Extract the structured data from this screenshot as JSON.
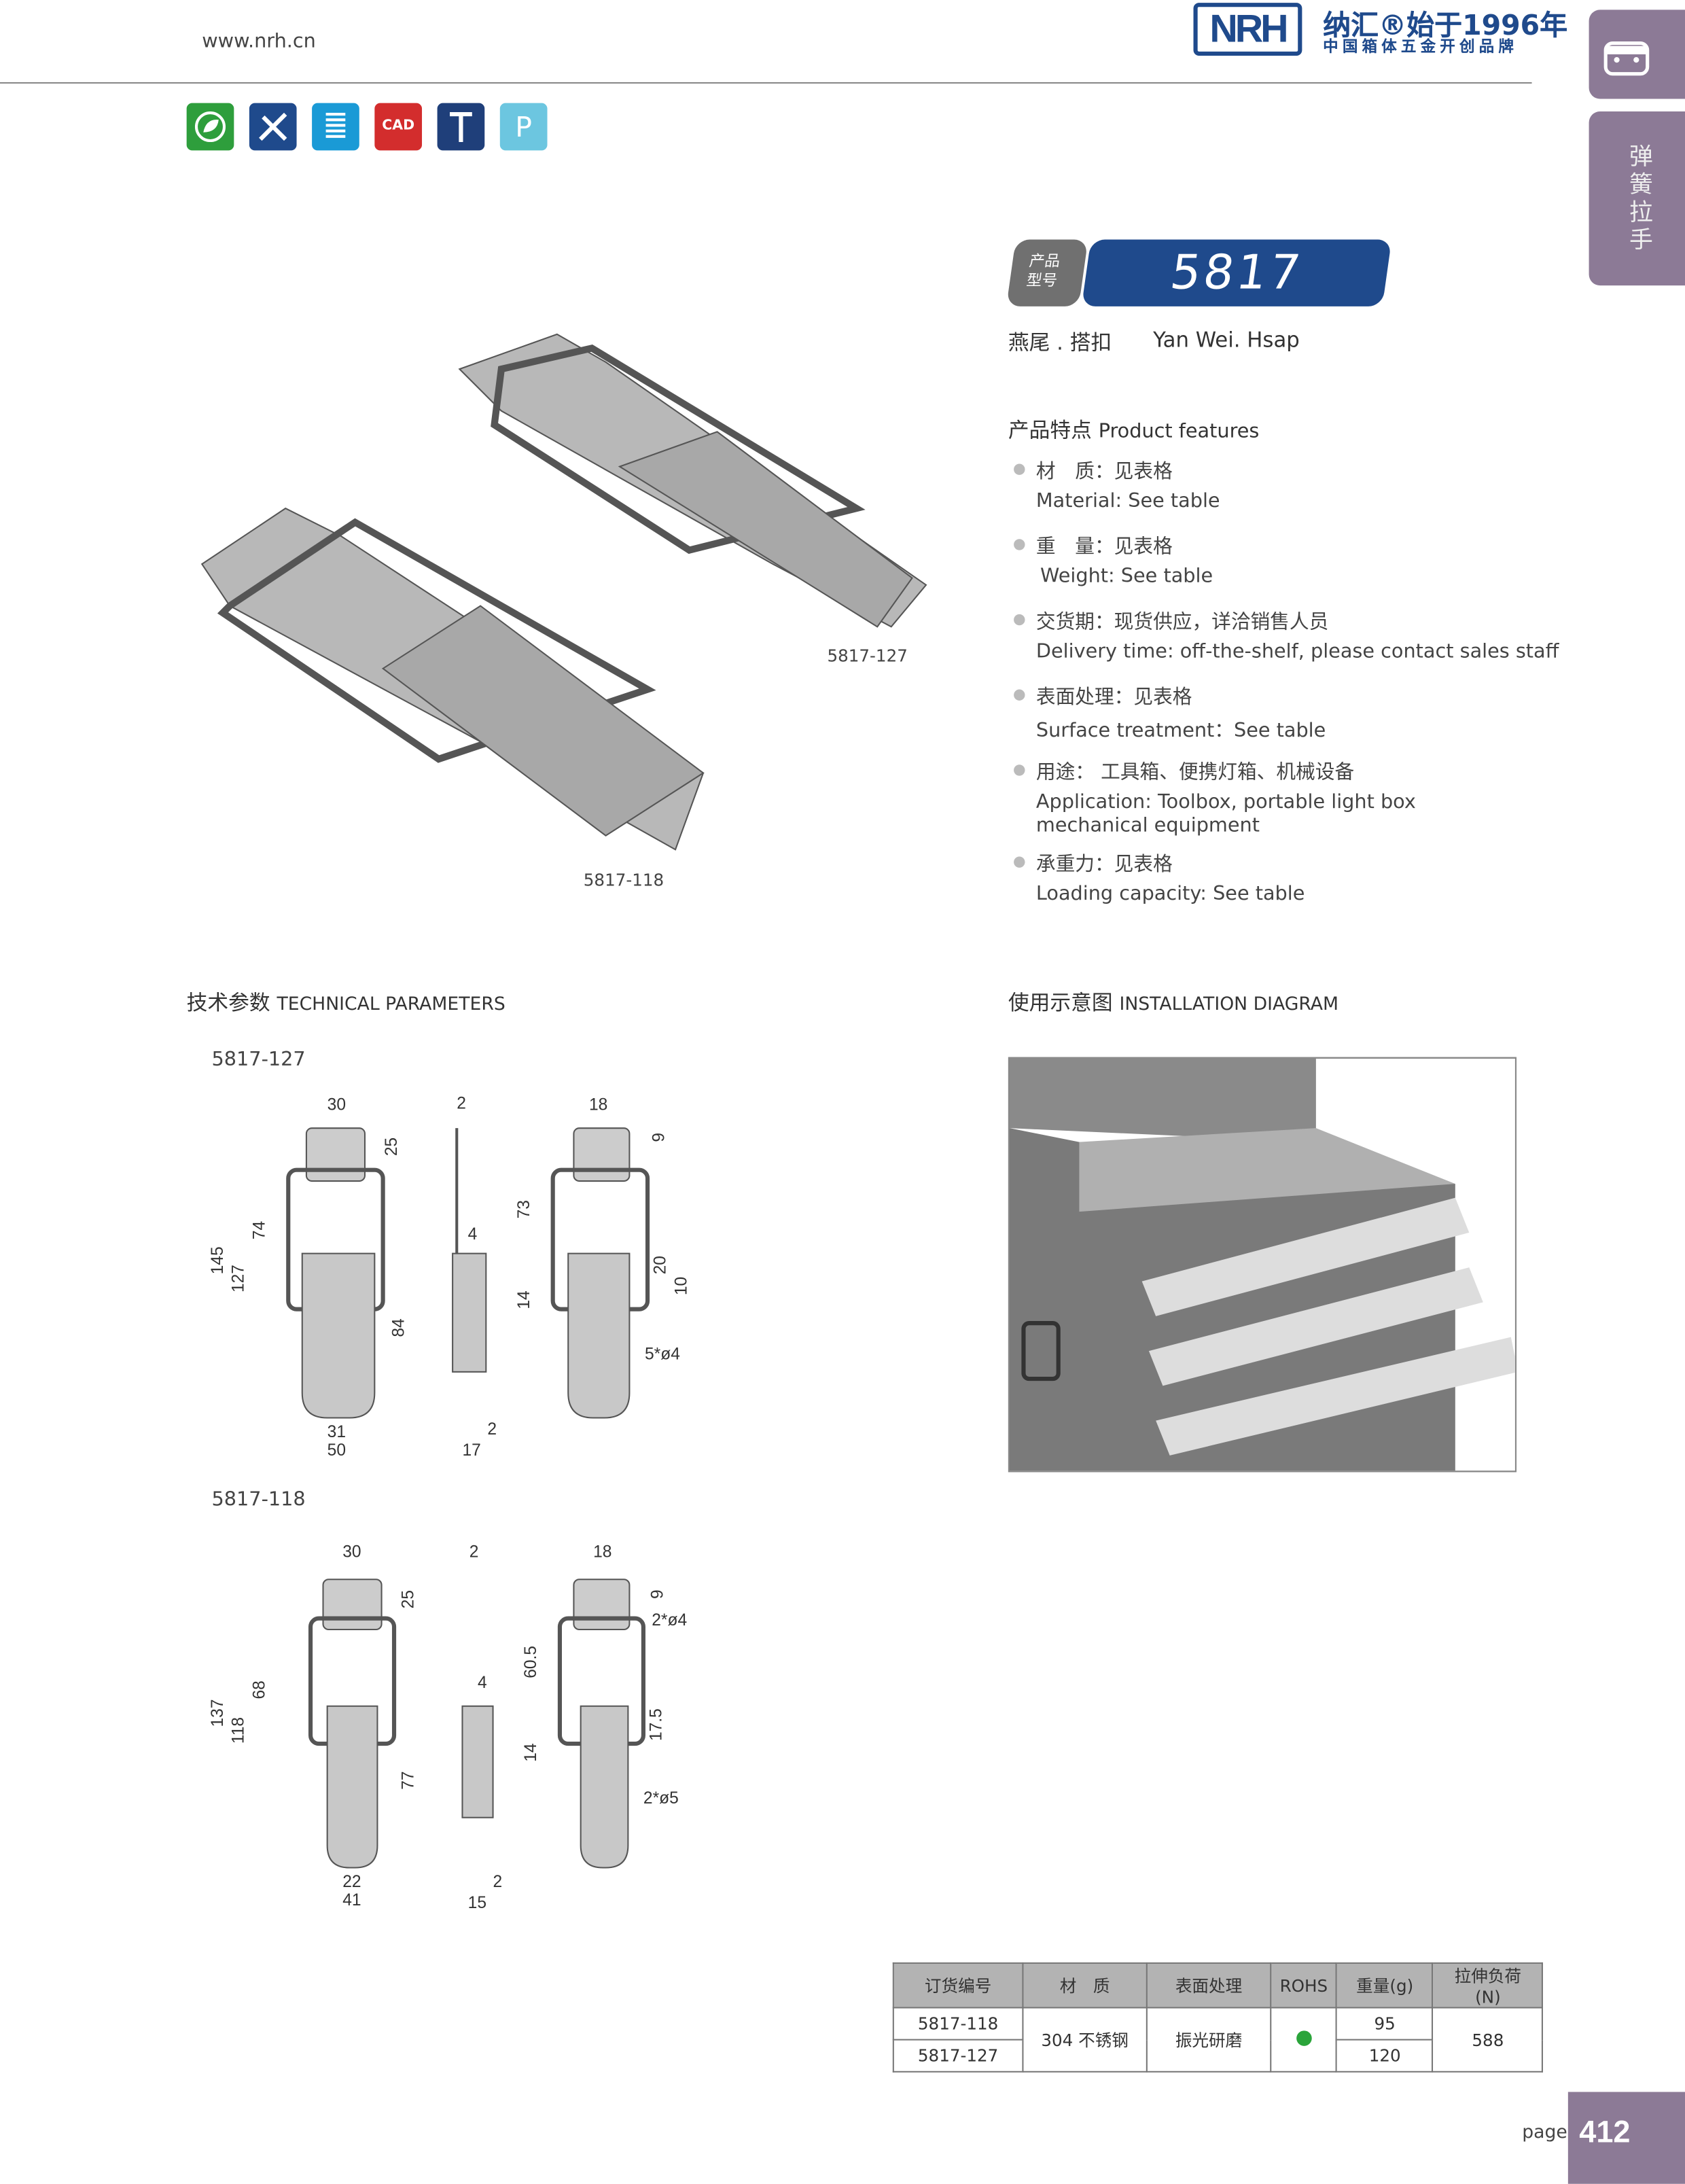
{
  "header": {
    "website": "www.nrh.cn",
    "logo_text": "NRH",
    "brand_line1": "纳汇®始于1996年",
    "brand_line2": "中国箱体五金开创品牌"
  },
  "side_tab": {
    "icon": "latch-icon",
    "label": "弹簧拉手"
  },
  "feature_icons": [
    {
      "name": "eco-icon",
      "color": "#2e9e3c",
      "text": ""
    },
    {
      "name": "design-tools-icon",
      "color": "#1f4a8c",
      "text": ""
    },
    {
      "name": "spring-icon",
      "color": "#1a9ad6",
      "text": ""
    },
    {
      "name": "cad-icon",
      "color": "#d32d2d",
      "text": "CAD"
    },
    {
      "name": "screw-icon",
      "color": "#1f3f7a",
      "text": ""
    },
    {
      "name": "p-icon",
      "color": "#6cc6e0",
      "text": "P"
    }
  ],
  "product": {
    "model_label": "产品\n型号",
    "model_label_1": "产品",
    "model_label_2": "型号",
    "model_number": "5817",
    "name_cn": "燕尾 . 搭扣",
    "name_en": "Yan Wei. Hsap",
    "image_labels": [
      "5817-127",
      "5817-118"
    ]
  },
  "features": {
    "title_cn": "产品特点",
    "title_en": "Product features",
    "items": [
      {
        "cn": "材　质：见表格",
        "en": "Material: See table"
      },
      {
        "cn": "重　量：见表格",
        "en": "Weight: See table"
      },
      {
        "cn": "交货期：现货供应，详洽销售人员",
        "en": "Delivery time: off-the-shelf, please contact sales staff"
      },
      {
        "cn": "表面处理：见表格",
        "en": "Surface treatment：See table"
      },
      {
        "cn": "用途：  工具箱、便携灯箱、机械设备",
        "en": "Application: Toolbox, portable light box",
        "en2": "mechanical equipment"
      },
      {
        "cn": "承重力：见表格",
        "en": "Loading capacity: See table"
      }
    ]
  },
  "technical": {
    "title_cn": "技术参数",
    "title_en": "TECHNICAL PARAMETERS",
    "drawings": [
      {
        "model": "5817-127",
        "dims": [
          "30",
          "25",
          "74",
          "145",
          "127",
          "84",
          "31",
          "50",
          "2",
          "4",
          "17",
          "2",
          "18",
          "9",
          "73",
          "14",
          "20",
          "10",
          "5*ø4"
        ]
      },
      {
        "model": "5817-118",
        "dims": [
          "30",
          "25",
          "68",
          "137",
          "118",
          "77",
          "22",
          "41",
          "2",
          "4",
          "15",
          "2",
          "18",
          "9",
          "2*ø4",
          "60.5",
          "14",
          "17.5",
          "2*ø5"
        ]
      }
    ]
  },
  "installation": {
    "title_cn": "使用示意图",
    "title_en": "INSTALLATION DIAGRAM"
  },
  "table": {
    "headers": [
      "订货编号",
      "材　质",
      "表面处理",
      "ROHS",
      "重量(g)",
      "拉伸负荷(N)"
    ],
    "rows": [
      {
        "code": "5817-118",
        "weight": "95"
      },
      {
        "code": "5817-127",
        "weight": "120"
      }
    ],
    "material": "304 不锈钢",
    "surface": "振光研磨",
    "rohs": "compliant",
    "rohs_color": "#2aa43a",
    "load": "588"
  },
  "page": {
    "label": "page",
    "number": "412"
  },
  "colors": {
    "brand": "#1f4a8c",
    "tab": "#8c7a96",
    "badge_gray": "#707070"
  }
}
